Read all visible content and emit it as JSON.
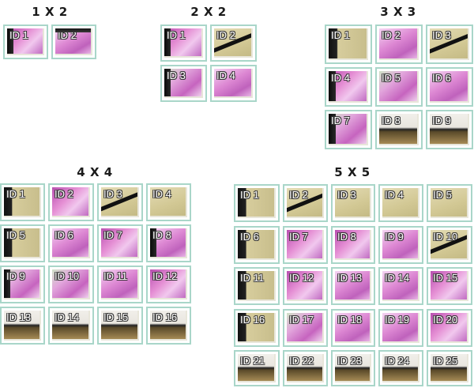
{
  "groups": [
    {
      "title": "1 X 2",
      "tiles": [
        "ID 1",
        "ID 2"
      ]
    },
    {
      "title": "2 X 2",
      "tiles": [
        "ID 1",
        "ID 2",
        "ID 3",
        "ID 4"
      ]
    },
    {
      "title": "3 X 3",
      "tiles": [
        "ID 1",
        "ID 2",
        "ID 3",
        "ID 4",
        "ID 5",
        "ID 6",
        "ID 7",
        "ID 8",
        "ID 9"
      ]
    },
    {
      "title": "4 X 4",
      "tiles": [
        "ID 1",
        "ID 2",
        "ID 3",
        "ID 4",
        "ID 5",
        "ID 6",
        "ID 7",
        "ID 8",
        "ID 9",
        "ID 10",
        "ID 11",
        "ID 12",
        "ID 13",
        "ID 14",
        "ID 15",
        "ID 16"
      ]
    },
    {
      "title": "5 X 5",
      "tiles": [
        "ID 1",
        "ID 2",
        "ID 3",
        "ID 4",
        "ID 5",
        "ID 6",
        "ID 7",
        "ID 8",
        "ID 9",
        "ID 10",
        "ID 11",
        "ID 12",
        "ID 13",
        "ID 14",
        "ID 15",
        "ID 16",
        "ID 17",
        "ID 18",
        "ID 19",
        "ID 20",
        "ID 21",
        "ID 22",
        "ID 23",
        "ID 24",
        "ID 25"
      ]
    }
  ]
}
